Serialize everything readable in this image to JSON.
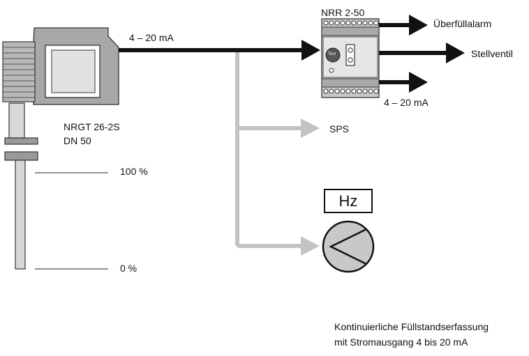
{
  "diagram": {
    "sensor": {
      "name": "NRGT 26-2S",
      "size": "DN 50",
      "level_max": "100 %",
      "level_min": "0 %"
    },
    "main_signal": "4 – 20 mA",
    "controller": {
      "name": "NRR 2-50",
      "button_label": "Test",
      "output_signal": "4 – 20 mA"
    },
    "outputs": {
      "alarm": "Überfüllalarm",
      "valve": "Stellventil"
    },
    "plc": "SPS",
    "frequency_converter": "Hz",
    "caption": {
      "line1": "Kontinuierliche Füllstandserfassung",
      "line2": "mit Stromausgang 4 bis 20 mA"
    }
  }
}
